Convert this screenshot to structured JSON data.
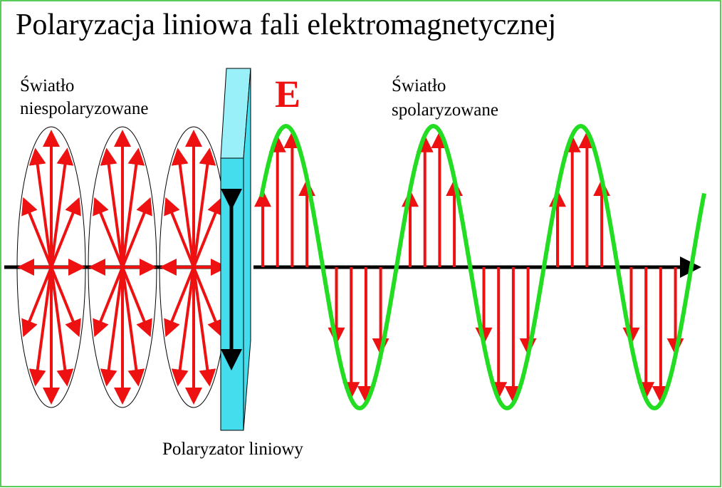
{
  "title": "Polaryzacja liniowa fali elektromagnetycznej",
  "label_unpolarized_line1": "Światło",
  "label_unpolarized_line2": "niespolaryzowane",
  "label_polarized_line1": "Światło",
  "label_polarized_line2": "spolaryzowane",
  "label_field": "E",
  "label_polarizer": "Polaryzator liniowy",
  "colors": {
    "frame": "#22bb22",
    "arrow": "#ee1111",
    "wave": "#22dd22",
    "axis": "#000000",
    "polarizer_face": "#44ddee",
    "polarizer_side": "#99f0f8",
    "field_label": "#ee1111"
  }
}
